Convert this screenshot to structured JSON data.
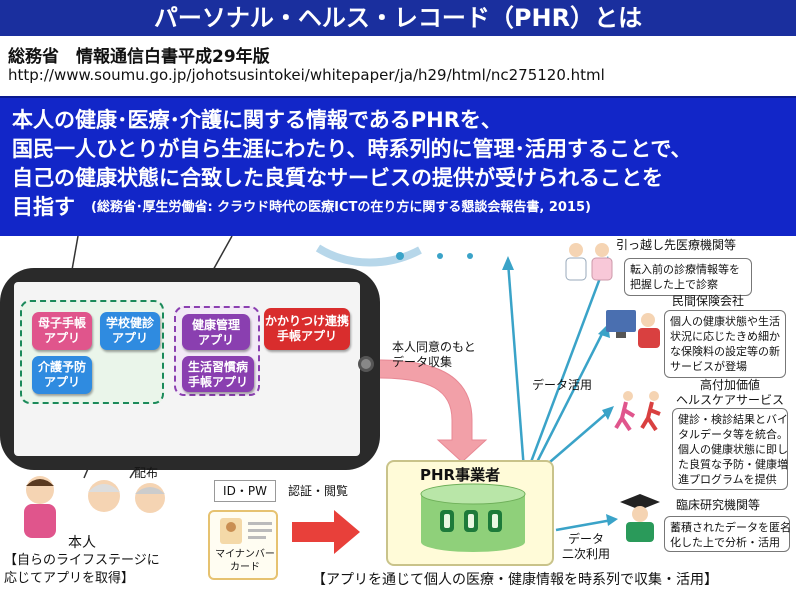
{
  "title": "パーソナル・ヘルス・レコード（PHR）とは",
  "source": {
    "title": "総務省　情報通信白書平成29年版",
    "url": "http://www.soumu.go.jp/johotsusintokei/whitepaper/ja/h29/html/nc275120.html"
  },
  "banner": {
    "line1": "本人の健康･医療･介護に関する情報であるPHRを、",
    "line2": "国民一人ひとりが自ら生涯にわたり、時系列的に管理･活用することで、",
    "line3": "自己の健康状態に合致した良質なサービスの提供が受けられることを",
    "line4": "目指す",
    "citation": "(総務省･厚生労働省: クラウド時代の医療ICTの在り方に関する懇談会報告書, 2015)"
  },
  "apps": {
    "boshi": "母子手帳\nアプリ",
    "gakko": "学校健診\nアプリ",
    "kaigo": "介護予防\nアプリ",
    "kenko": "健康管理\nアプリ",
    "seikatsu": "生活習慣病\n手帳アプリ",
    "kakaritsuke": "かかりつけ連携\n手帳アプリ"
  },
  "flow": {
    "consent": "本人同意のもと\nデータ収集",
    "data_use": "データ活用",
    "distribution": "配布",
    "auth": "認証・閲覧",
    "id_pw": "ID・PW",
    "mynumber": "マイナンバー\nカード",
    "secondary_use": "データ\n二次利用",
    "phr_operator": "PHR事業者"
  },
  "services": {
    "moving": {
      "label": "引っ越し先医療機関等",
      "desc": "転入前の診療情報等を\n把握した上で診察"
    },
    "insurance": {
      "label": "民間保険会社",
      "desc": "個人の健康状態や生活\n状況に応じたきめ細か\nな保険料の設定等の新\nサービスが登場"
    },
    "healthcare": {
      "label": "高付加価値\nヘルスケアサービス",
      "desc": "健診・検診結果とバイ\nタルデータ等を統合。\n個人の健康状態に即し\nた良質な予防・健康増\n進プログラムを提供"
    },
    "research": {
      "label": "臨床研究機関等",
      "desc": "蓄積されたデータを匿名\n化した上で分析・活用"
    }
  },
  "person": {
    "label": "本人",
    "caption": "【自らのライフステージに\n応じてアプリを取得】"
  },
  "bottom_caption": "【アプリを通じて個人の医療・健康情報を時系列で収集・活用】",
  "colors": {
    "title_bg": "#1a2f9e",
    "banner_bg": "#1226c8",
    "app_pink": "#e0558c",
    "app_blue": "#2f8be0",
    "app_purple": "#8a3fb0",
    "app_red": "#d92d2d",
    "arrow_blue": "#3aa3c8",
    "arrow_red": "#e8403a",
    "arrow_pink": "#f2a0a8"
  }
}
